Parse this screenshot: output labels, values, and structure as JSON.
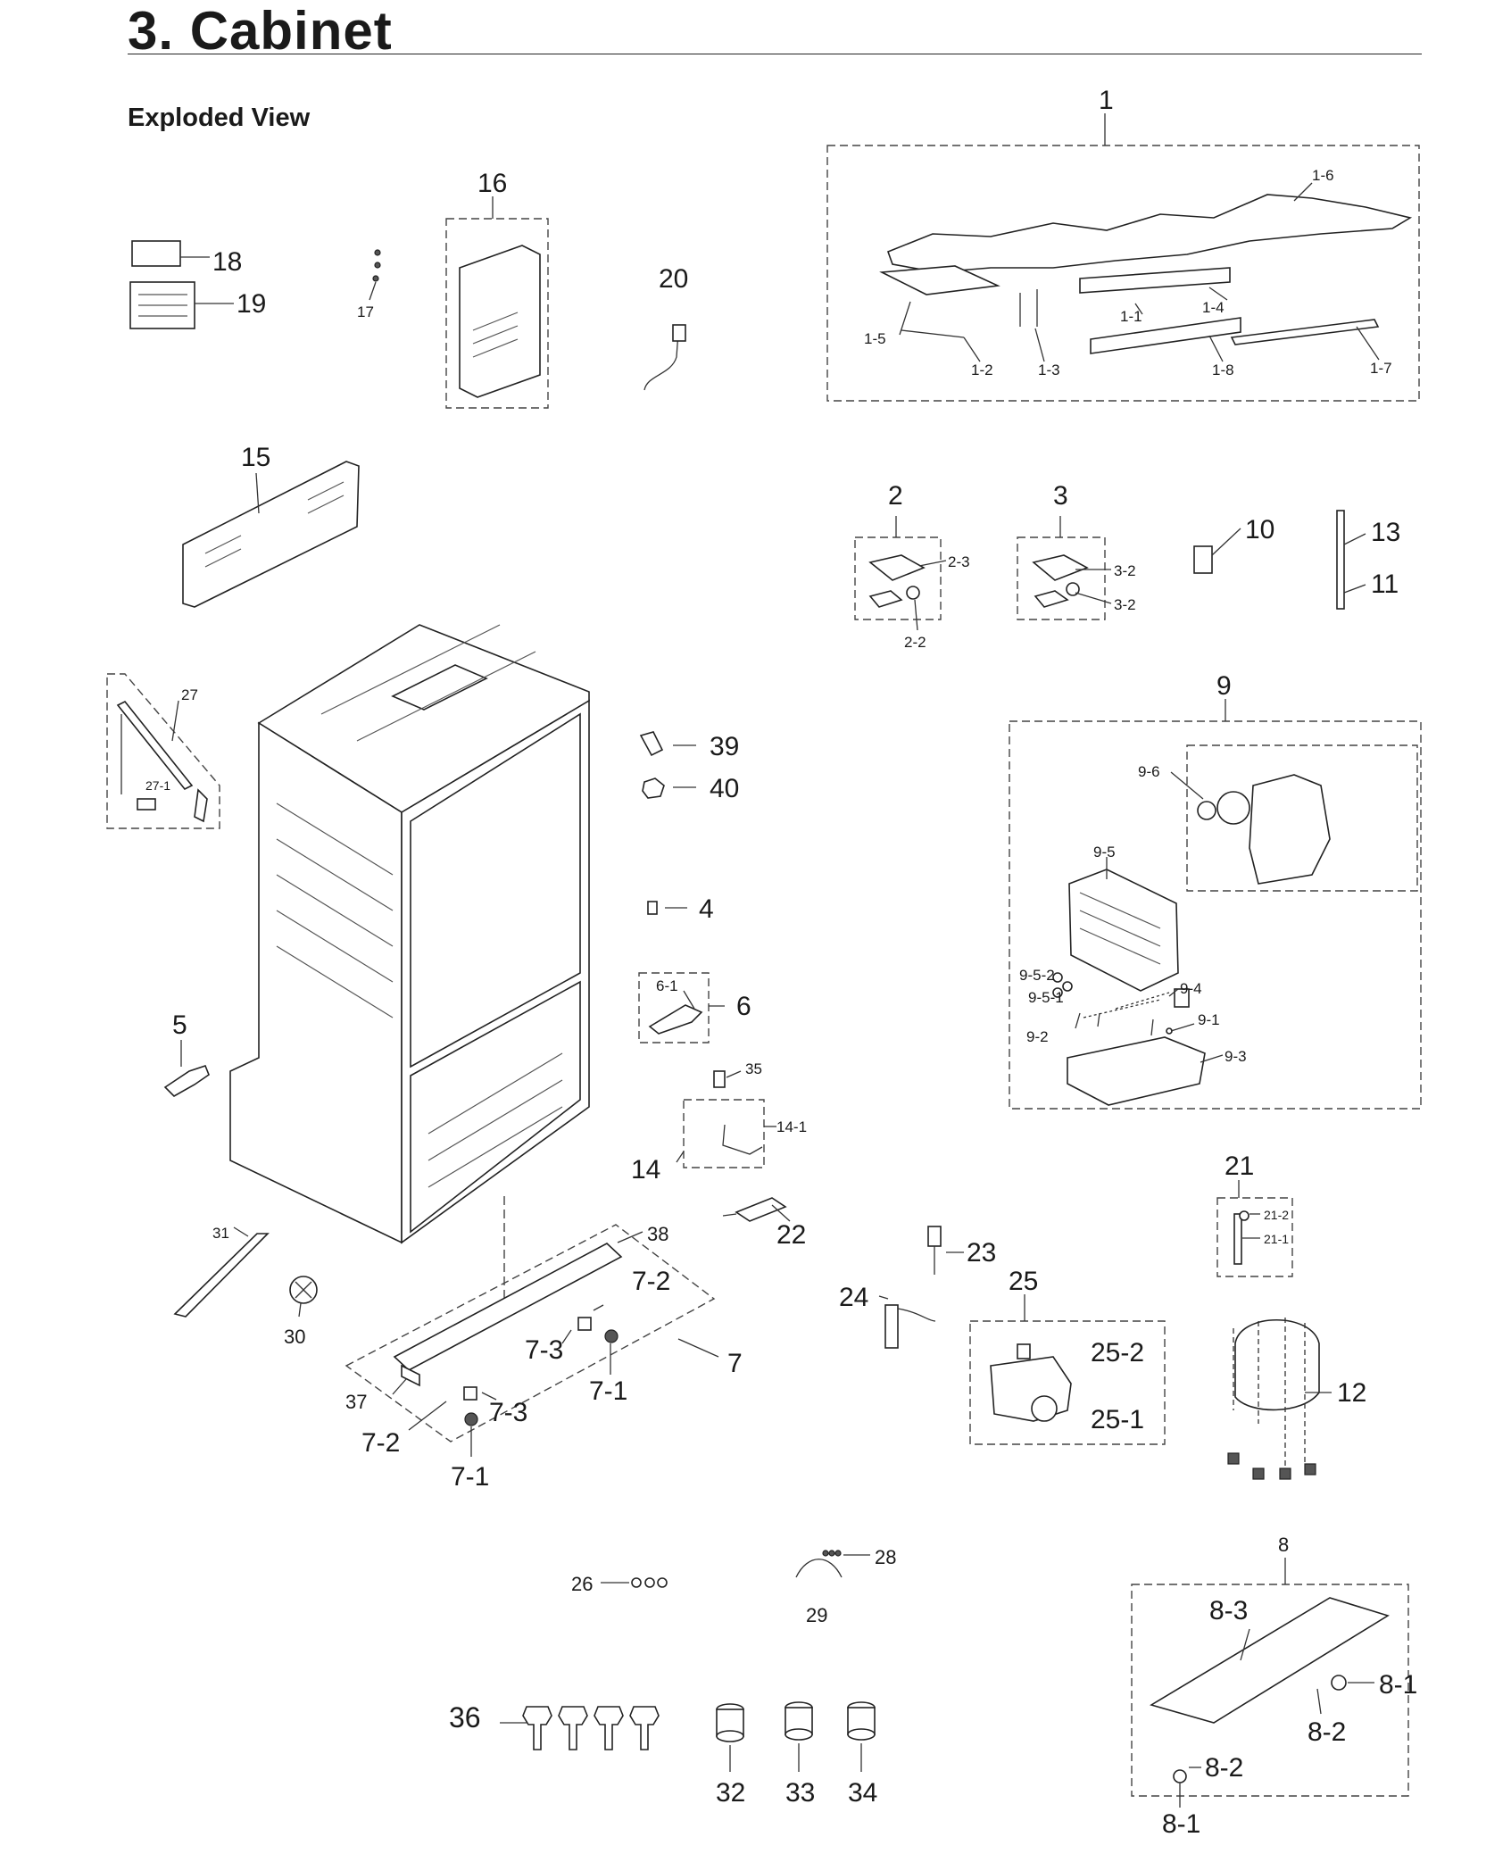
{
  "page": {
    "title": "3.  Cabinet",
    "section": "Exploded View"
  },
  "callouts": {
    "c1": "1",
    "c1_2": "1-2",
    "c1_3": "1-3",
    "c1_4": "1-4",
    "c1_5": "1-5",
    "c1_6": "1-6",
    "c1_7": "1-7",
    "c1_8": "1-8",
    "c1_1": "1-1",
    "c2": "2",
    "c2_2": "2-2",
    "c2_3": "2-3",
    "c3": "3",
    "c3_2a": "3-2",
    "c3_2b": "3-2",
    "c4": "4",
    "c5": "5",
    "c6": "6",
    "c6_1": "6-1",
    "c7": "7",
    "c7_1a": "7-1",
    "c7_1b": "7-1",
    "c7_2a": "7-2",
    "c7_2b": "7-2",
    "c7_3a": "7-3",
    "c7_3b": "7-3",
    "c8": "8",
    "c8_1a": "8-1",
    "c8_1b": "8-1",
    "c8_2a": "8-2",
    "c8_2b": "8-2",
    "c8_3": "8-3",
    "c9": "9",
    "c9_1": "9-1",
    "c9_2": "9-2",
    "c9_3": "9-3",
    "c9_4": "9-4",
    "c9_5": "9-5",
    "c9_5_1": "9-5-1",
    "c9_5_2": "9-5-2",
    "c9_6": "9-6",
    "c10": "10",
    "c11": "11",
    "c12": "12",
    "c13": "13",
    "c14": "14",
    "c14_1": "14-1",
    "c15": "15",
    "c16": "16",
    "c17": "17",
    "c18": "18",
    "c19": "19",
    "c20": "20",
    "c21": "21",
    "c21_1": "21-1",
    "c21_2": "21-2",
    "c22": "22",
    "c23": "23",
    "c24": "24",
    "c25": "25",
    "c25_1": "25-1",
    "c25_2": "25-2",
    "c26": "26",
    "c27": "27",
    "c27_1": "27-1",
    "c28": "28",
    "c29": "29",
    "c30": "30",
    "c31": "31",
    "c32": "32",
    "c33": "33",
    "c34": "34",
    "c35": "35",
    "c36": "36",
    "c37": "37",
    "c38": "38",
    "c39": "39",
    "c40": "40"
  }
}
